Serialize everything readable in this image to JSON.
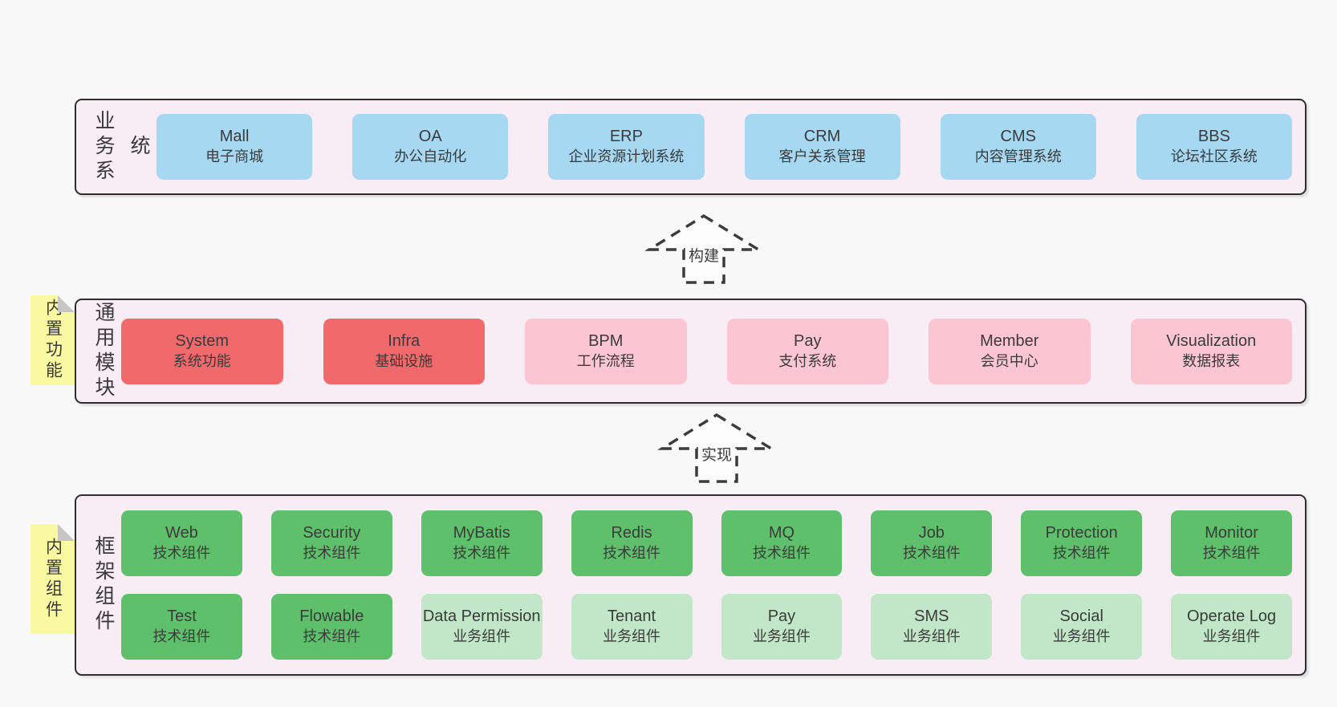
{
  "colors": {
    "page_bg": "#f8f8f8",
    "band_bg": "#f8edf5",
    "band_border": "#2e2e2e",
    "business_blue": "#a6d8f2",
    "core_red": "#f1696b",
    "module_pink": "#fbc6d1",
    "tech_green": "#5fc06c",
    "biz_green": "#c1e6c8",
    "sticky_yellow": "#f9f9a2",
    "sticky_fold_gray": "#c6c6c6",
    "text": "#3b3b3b"
  },
  "arrows": [
    {
      "label": "构建"
    },
    {
      "label": "实现"
    }
  ],
  "stickies": [
    {
      "text": "内置功能"
    },
    {
      "text": "内置组件"
    }
  ],
  "bands": [
    {
      "label": "业务系统",
      "boxes": [
        {
          "name": "Mall",
          "desc": "电子商城"
        },
        {
          "name": "OA",
          "desc": "办公自动化"
        },
        {
          "name": "ERP",
          "desc": "企业资源计划系统"
        },
        {
          "name": "CRM",
          "desc": "客户关系管理"
        },
        {
          "name": "CMS",
          "desc": "内容管理系统"
        },
        {
          "name": "BBS",
          "desc": "论坛社区系统"
        }
      ]
    },
    {
      "label": "通用模块",
      "boxes": [
        {
          "name": "System",
          "desc": "系统功能"
        },
        {
          "name": "Infra",
          "desc": "基础设施"
        },
        {
          "name": "BPM",
          "desc": "工作流程"
        },
        {
          "name": "Pay",
          "desc": "支付系统"
        },
        {
          "name": "Member",
          "desc": "会员中心"
        },
        {
          "name": "Visualization",
          "desc": "数据报表"
        }
      ]
    },
    {
      "label": "框架组件",
      "rows": [
        [
          {
            "name": "Web",
            "desc": "技术组件"
          },
          {
            "name": "Security",
            "desc": "技术组件"
          },
          {
            "name": "MyBatis",
            "desc": "技术组件"
          },
          {
            "name": "Redis",
            "desc": "技术组件"
          },
          {
            "name": "MQ",
            "desc": "技术组件"
          },
          {
            "name": "Job",
            "desc": "技术组件"
          },
          {
            "name": "Protection",
            "desc": "技术组件"
          },
          {
            "name": "Monitor",
            "desc": "技术组件"
          }
        ],
        [
          {
            "name": "Test",
            "desc": "技术组件"
          },
          {
            "name": "Flowable",
            "desc": "技术组件"
          },
          {
            "name": "Data Permission",
            "desc": "业务组件"
          },
          {
            "name": "Tenant",
            "desc": "业务组件"
          },
          {
            "name": "Pay",
            "desc": "业务组件"
          },
          {
            "name": "SMS",
            "desc": "业务组件"
          },
          {
            "name": "Social",
            "desc": "业务组件"
          },
          {
            "name": "Operate Log",
            "desc": "业务组件"
          }
        ]
      ]
    }
  ]
}
